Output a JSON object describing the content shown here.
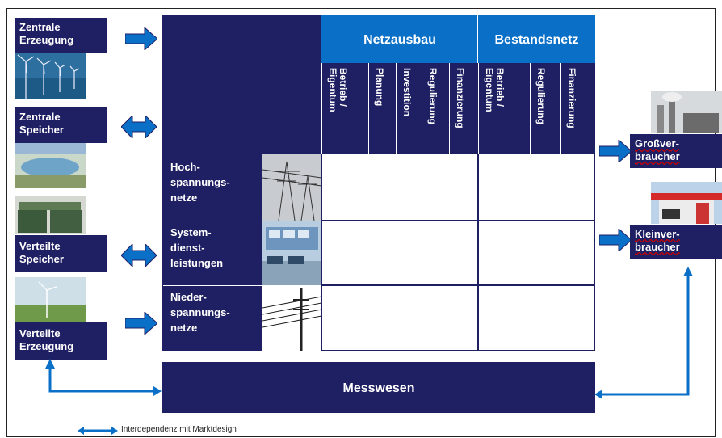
{
  "left_labels": {
    "zentrale_erzeugung": "Zentrale\nErzeugung",
    "zentrale_speicher": "Zentrale\nSpeicher",
    "verteilte_speicher": "Verteilte\nSpeicher",
    "verteilte_erzeugung": "Verteilte\nErzeugung"
  },
  "right_labels": {
    "grossverbraucher": "Großver-\nbraucher",
    "kleinverbraucher": "Kleinver-\nbraucher"
  },
  "headers": {
    "netzausbau": "Netzausbau",
    "bestandsnetz": "Bestandsnetz"
  },
  "netzausbau_columns": [
    "Betrieb /\nEigentum",
    "Planung",
    "Investition",
    "Regulierung",
    "Finanzierung"
  ],
  "bestandsnetz_columns": [
    "Betrieb /\nEigentum",
    "Regulierung",
    "Finanzierung"
  ],
  "rows": [
    "Hoch-\nspannungs-\nnetze",
    "System-\ndienst-\nleistungen",
    "Nieder-\nspannungs-\nnetze"
  ],
  "bottom": {
    "messwesen": "Messwesen"
  },
  "legend": {
    "text": "Interdependenz mit Marktdesign"
  },
  "colors": {
    "navy": "#1f1f63",
    "blue": "#0a6fc7"
  }
}
